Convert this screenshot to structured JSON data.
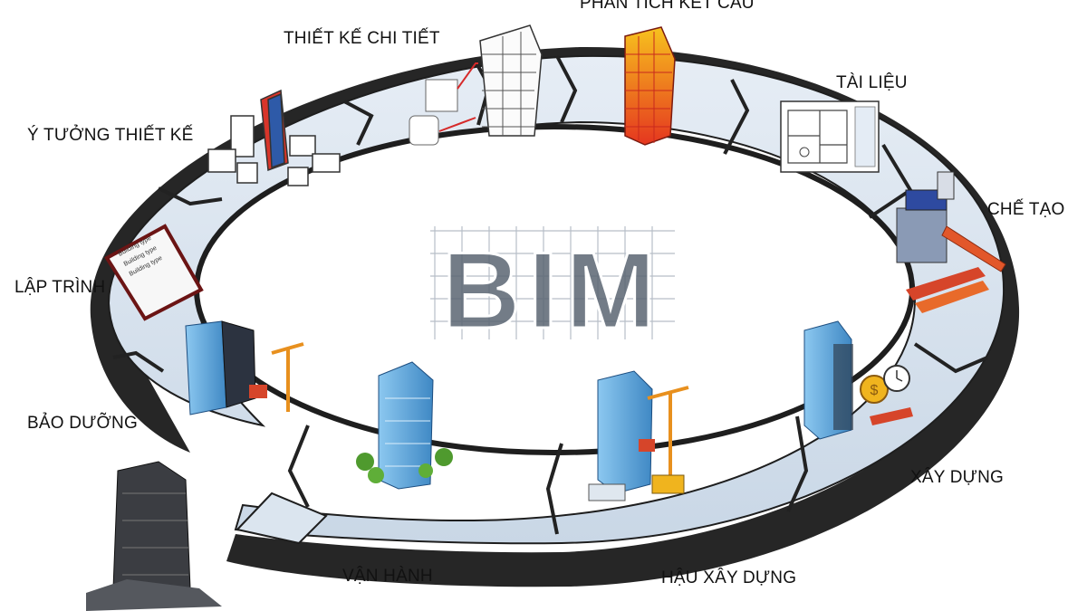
{
  "center_logo": "BIM",
  "stages": {
    "y_tuong_thiet_ke": "Ý TƯỞNG THIẾT KẾ",
    "thiet_ke_chi_tiet": "THIẾT KẾ CHI TIẾT",
    "phan_tich_ket_cau": "PHÂN TÍCH KẾT CẤU",
    "tai_lieu": "TÀI LIỆU",
    "che_tao": "CHẾ TẠO",
    "xay_dung": "XÂY DỰNG",
    "hau_xay_dung": "HẬU XÂY DỰNG",
    "van_hanh": "VẬN HÀNH",
    "bao_duong": "BẢO DƯỠNG",
    "lap_trinh": "LẬP TRÌNH"
  },
  "clipboard_items": [
    "Building type",
    "Building type",
    "Building type"
  ],
  "colors": {
    "ring_top": "#dce6f0",
    "ring_side": "#262626",
    "divider": "#222222",
    "building_glass": "#5aa6dc",
    "analysis_hot": "#e8382a",
    "analysis_warm": "#f6b91e",
    "crane": "#e8901e"
  }
}
